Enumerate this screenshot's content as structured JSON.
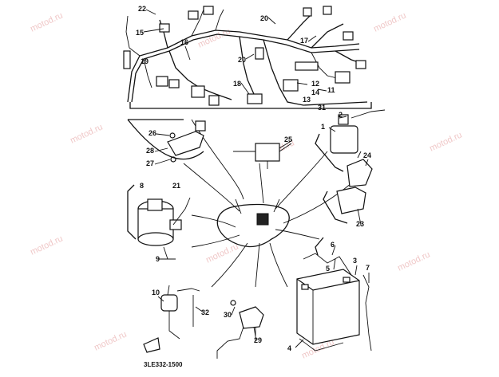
{
  "watermark": "motod.ru",
  "diagram_code": "3LE332-1500",
  "callouts": [
    "22",
    "15",
    "16",
    "19",
    "20",
    "20",
    "17",
    "18",
    "12",
    "14",
    "13",
    "11",
    "31",
    "26",
    "28",
    "27",
    "25",
    "1",
    "2",
    "24",
    "8",
    "21",
    "9",
    "23",
    "6",
    "5",
    "3",
    "7",
    "10",
    "32",
    "30",
    "29",
    "4"
  ]
}
